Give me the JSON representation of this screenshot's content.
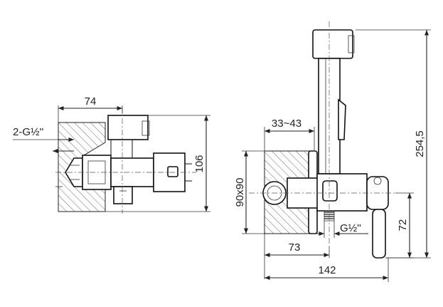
{
  "left_view": {
    "width_label": "74",
    "height_label": "106",
    "thread_label": "2-G½''"
  },
  "right_view": {
    "wall_depth_label": "33~43",
    "plate_label": "90x90",
    "height_total_label": "254,5",
    "outlet_height_label": "72",
    "outlet_thread_label": "G½''",
    "depth_label": "73",
    "width_total_label": "142"
  },
  "colors": {
    "line": "#222222",
    "hatch": "#444444",
    "background": "#ffffff"
  }
}
